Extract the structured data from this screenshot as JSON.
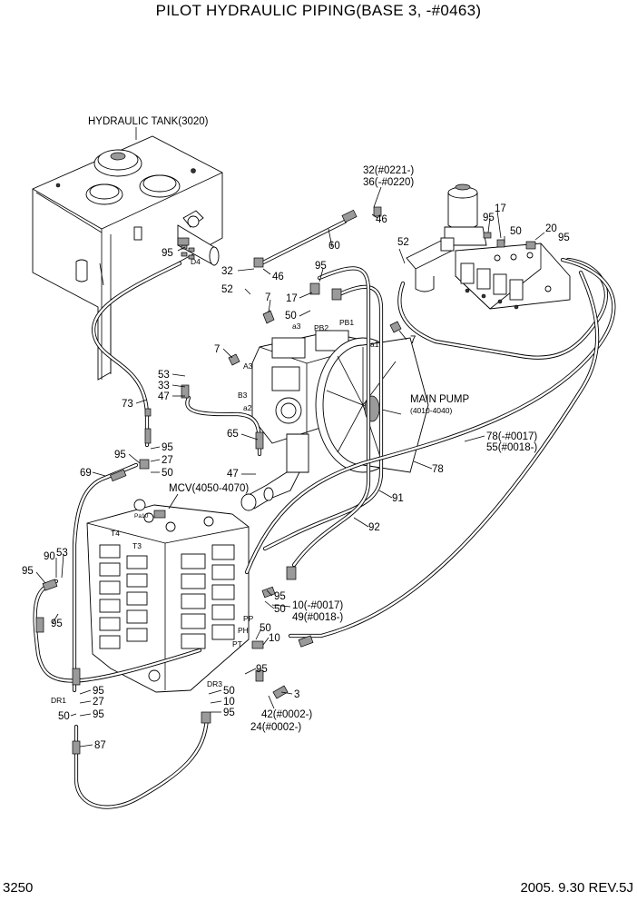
{
  "title": "PILOT HYDRAULIC PIPING(BASE 3, -#0463)",
  "page_number": "3250",
  "revision": "2005. 9.30 REV.5J",
  "components": {
    "hydraulic_tank": "HYDRAULIC TANK(3020)",
    "main_pump": "MAIN PUMP",
    "main_pump_ref": "(4010-4040)",
    "mcv": "MCV(4050-4070)"
  },
  "port_labels": {
    "d4": "D4",
    "a3": "A3",
    "b3": "B3",
    "a2": "a2",
    "a3_lower": "a3",
    "pb2": "PB2",
    "pb1": "PB1",
    "a1": "a1",
    "t4": "T4",
    "t3": "T3",
    "pa10": "Pa10",
    "pp": "PP",
    "ph": "PH",
    "pt": "PT",
    "dr3": "DR3",
    "dr1": "DR1"
  },
  "callouts": {
    "c32_0221": "32(#0221-)",
    "c36_0220": "36(-#0220)",
    "c46_top": "46",
    "c52_top": "52",
    "c95_filter": "95",
    "c17_filter": "17",
    "c50_filter": "50",
    "c20": "20",
    "c95_right": "95",
    "c60": "60",
    "c95_tank": "95",
    "c32": "32",
    "c46": "46",
    "c52": "52",
    "c95_mid": "95",
    "c7_a": "7",
    "c17_mid": "17",
    "c50_mid": "50",
    "c7_left": "7",
    "c7_right": "7",
    "c53": "53",
    "c33": "33",
    "c47": "47",
    "c73": "73",
    "c65": "65",
    "c78_0017": "78(-#0017)",
    "c55_0018": "55(#0018-)",
    "c95_b": "95",
    "c95_c": "95",
    "c27": "27",
    "c69": "69",
    "c50_b": "50",
    "c47_b": "47",
    "c78": "78",
    "c91": "91",
    "c92": "92",
    "c90": "90",
    "c53_b": "53",
    "c95_left": "95",
    "c95_left2": "95",
    "c95_pp": "95",
    "c50_pp": "50",
    "c10_0017": "10(-#0017)",
    "c49_0018": "49(#0018-)",
    "c50_pt": "50",
    "c10_pt": "10",
    "c95_pt": "95",
    "c3": "3",
    "c42_0002": "42(#0002-)",
    "c24_0002": "24(#0002-)",
    "c50_dr3": "50",
    "c10_dr3": "10",
    "c95_dr3": "95",
    "c95_dr1": "95",
    "c27_dr1": "27",
    "c50_dr1": "50",
    "c95_dr1b": "95",
    "c87": "87"
  }
}
